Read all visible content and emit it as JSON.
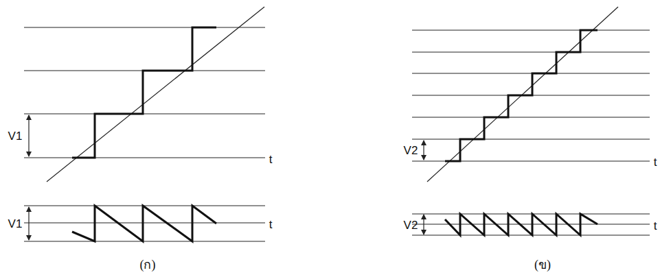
{
  "diagram": {
    "labels": [
      "V1",
      "t",
      "V1",
      "t",
      "(ก)",
      "V2",
      "t",
      "V2",
      "t",
      "(ข)"
    ]
  }
}
